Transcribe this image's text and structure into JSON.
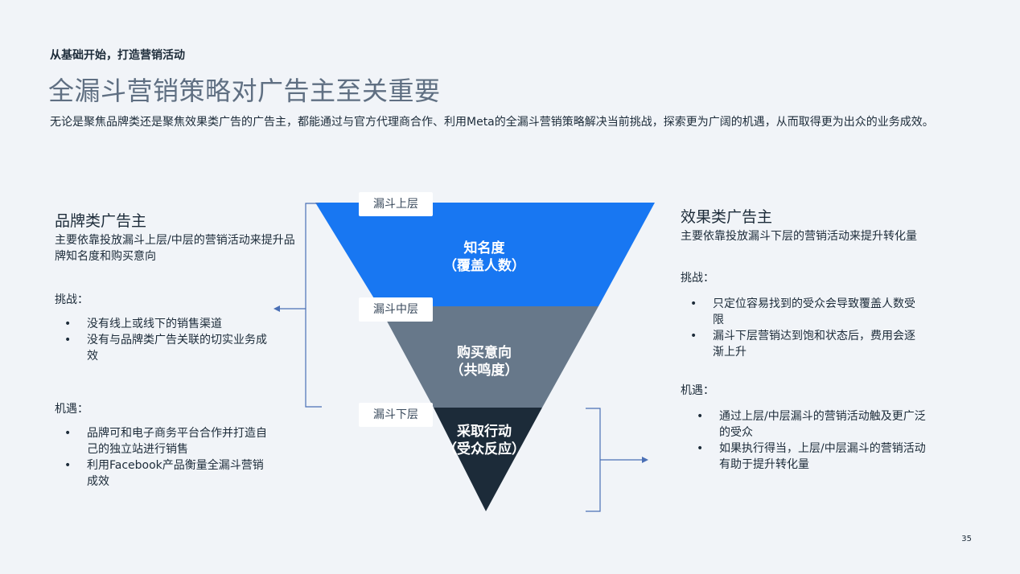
{
  "header": {
    "kicker": "从基础开始，打造营销活动",
    "title": "全漏斗营销策略对广告主至关重要",
    "intro": "无论是聚焦品牌类还是聚焦效果类广告的广告主，都能通过与官方代理商合作、利用Meta的全漏斗营销策略解决当前挑战，探索更为广阔的机遇，从而取得更为出众的业务成效。"
  },
  "funnel": {
    "colors": {
      "top": "#1877f2",
      "middle": "#67788a",
      "bottom": "#1c2b39"
    },
    "tags": {
      "top": "漏斗上层",
      "middle": "漏斗中层",
      "bottom": "漏斗下层"
    },
    "top_label": [
      "知名度",
      "（覆盖人数）"
    ],
    "middle_label": [
      "购买意向",
      "（共鸣度）"
    ],
    "bottom_label": [
      "采取行动",
      "（受众反应）"
    ]
  },
  "brand": {
    "heading": "品牌类广告主",
    "desc": "主要依靠投放漏斗上层/中层的营销活动来提升品牌知名度和购买意向",
    "challenge_title": "挑战：",
    "challenges": [
      "没有线上或线下的销售渠道",
      "没有与品牌类广告关联的切实业务成效"
    ],
    "opportunity_title": "机遇：",
    "opportunities": [
      "品牌可和电子商务平台合作并打造自己的独立站进行销售",
      "利用Facebook产品衡量全漏斗营销成效"
    ]
  },
  "performance": {
    "heading": "效果类广告主",
    "desc": "主要依靠投放漏斗下层的营销活动来提升转化量",
    "challenge_title": "挑战：",
    "challenges": [
      "只定位容易找到的受众会导致覆盖人数受限",
      "漏斗下层营销达到饱和状态后，费用会逐渐上升"
    ],
    "opportunity_title": "机遇：",
    "opportunities": [
      "通过上层/中层漏斗的营销活动触及更广泛的受众",
      "如果执行得当，上层/中层漏斗的营销活动有助于提升转化量"
    ]
  },
  "page_number": "35"
}
